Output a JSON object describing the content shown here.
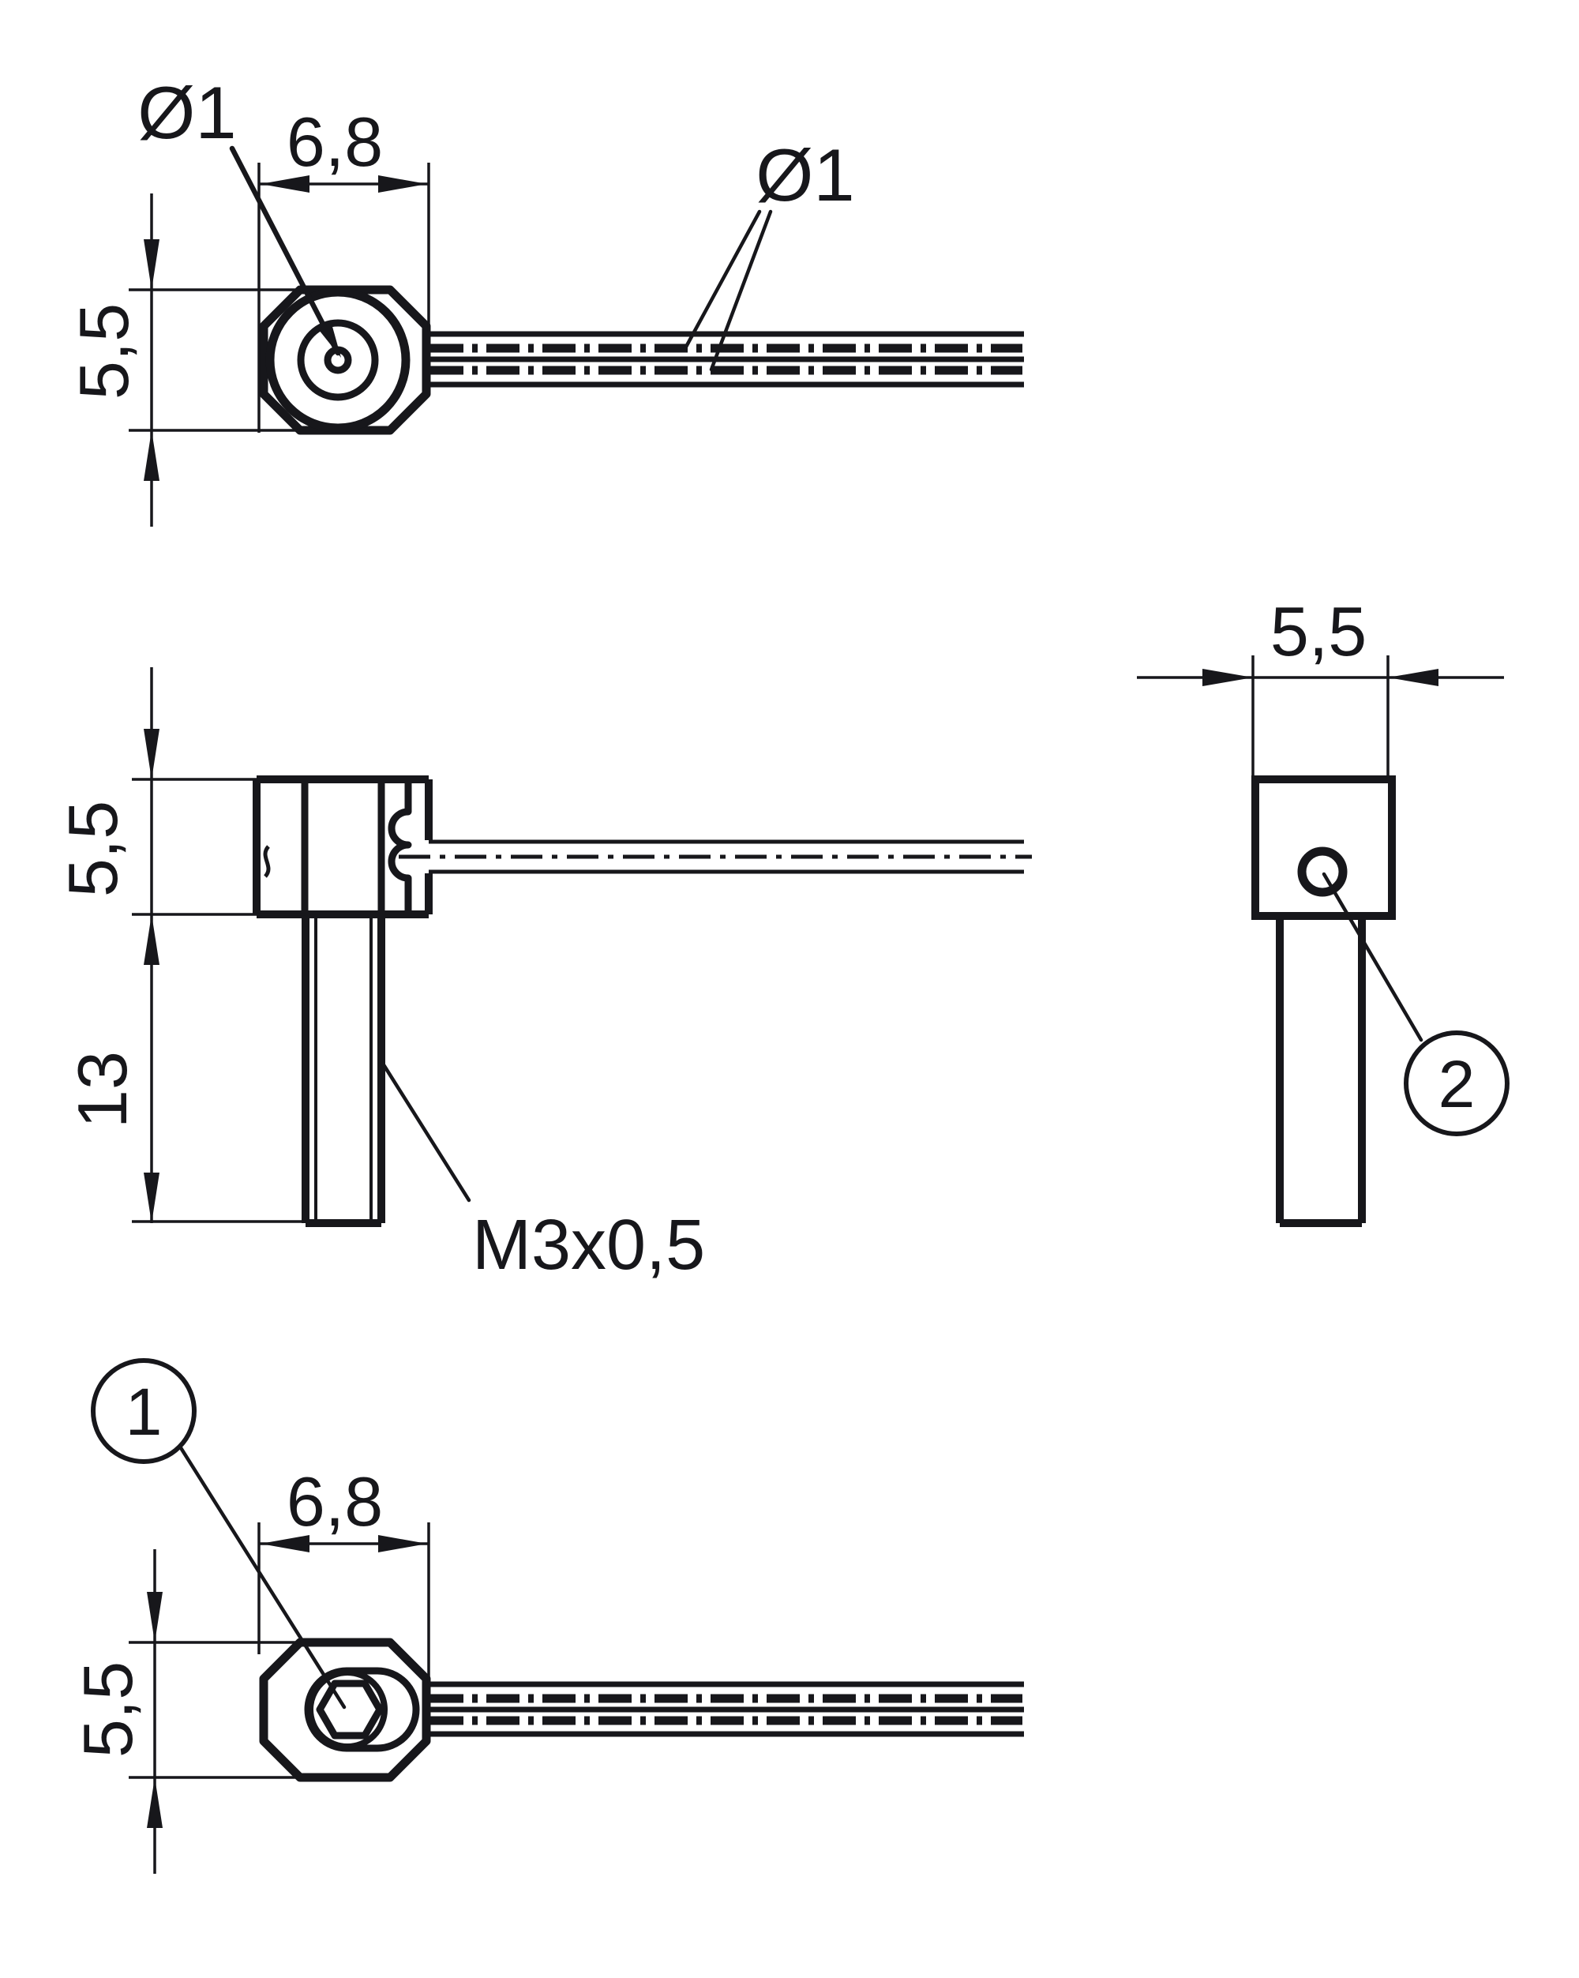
{
  "drawing": {
    "background": "#ffffff",
    "line_color": "#17171b",
    "views": {
      "top_view": {
        "width_dim": "6,8",
        "height_dim": "5,5",
        "fiber_diameter_label": "Ø1",
        "cable_fiber_diameter_label": "Ø1"
      },
      "front_view": {
        "head_height_dim": "5,5",
        "thread_length_dim": "13",
        "thread_label": "M3x0,5"
      },
      "side_view": {
        "width_dim": "5,5",
        "callout": "2"
      },
      "bottom_view": {
        "width_dim": "6,8",
        "height_dim": "5,5",
        "callout": "1"
      }
    }
  }
}
